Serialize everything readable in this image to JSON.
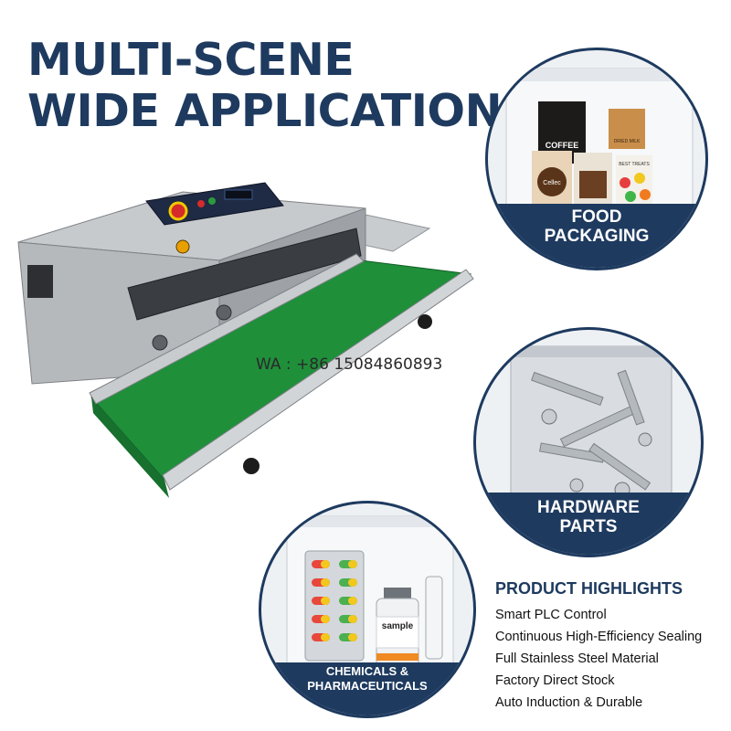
{
  "headline": {
    "line1": "MULTI-SCENE",
    "line2": "WIDE APPLICATION"
  },
  "contact": "WA : +86 15084860893",
  "scenes": {
    "food": {
      "line1": "FOOD",
      "line2": "PACKAGING",
      "pack_labels": [
        "COFFEE",
        "Cellec",
        "DRIED MILK",
        "BEST TREATS"
      ]
    },
    "hardware": {
      "line1": "HARDWARE",
      "line2": "PARTS"
    },
    "chemicals": {
      "line1": "CHEMICALS &",
      "line2": "PHARMACEUTICALS",
      "vial_label": "sample"
    }
  },
  "highlights": {
    "title": "PRODUCT HIGHLIGHTS",
    "items": [
      "Smart PLC Control",
      "Continuous High-Efficiency Sealing",
      "Full Stainless Steel Material",
      "Factory Direct Stock",
      "Auto Induction & Durable"
    ]
  },
  "colors": {
    "navy": "#1e3a5f",
    "belt_green": "#1f8f3a",
    "steel": "#b9bcbf",
    "white": "#ffffff"
  }
}
